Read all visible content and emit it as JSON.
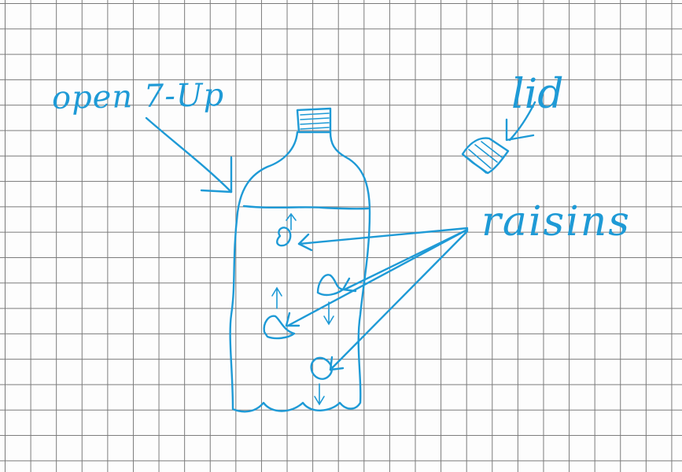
{
  "labels": {
    "bottle": "open 7-Up",
    "lid": "lid",
    "raisins": "raisins"
  },
  "colors": {
    "ink": "#1e9ad6",
    "grid": "#7a7a7a",
    "paper": "#fdfdfd"
  }
}
